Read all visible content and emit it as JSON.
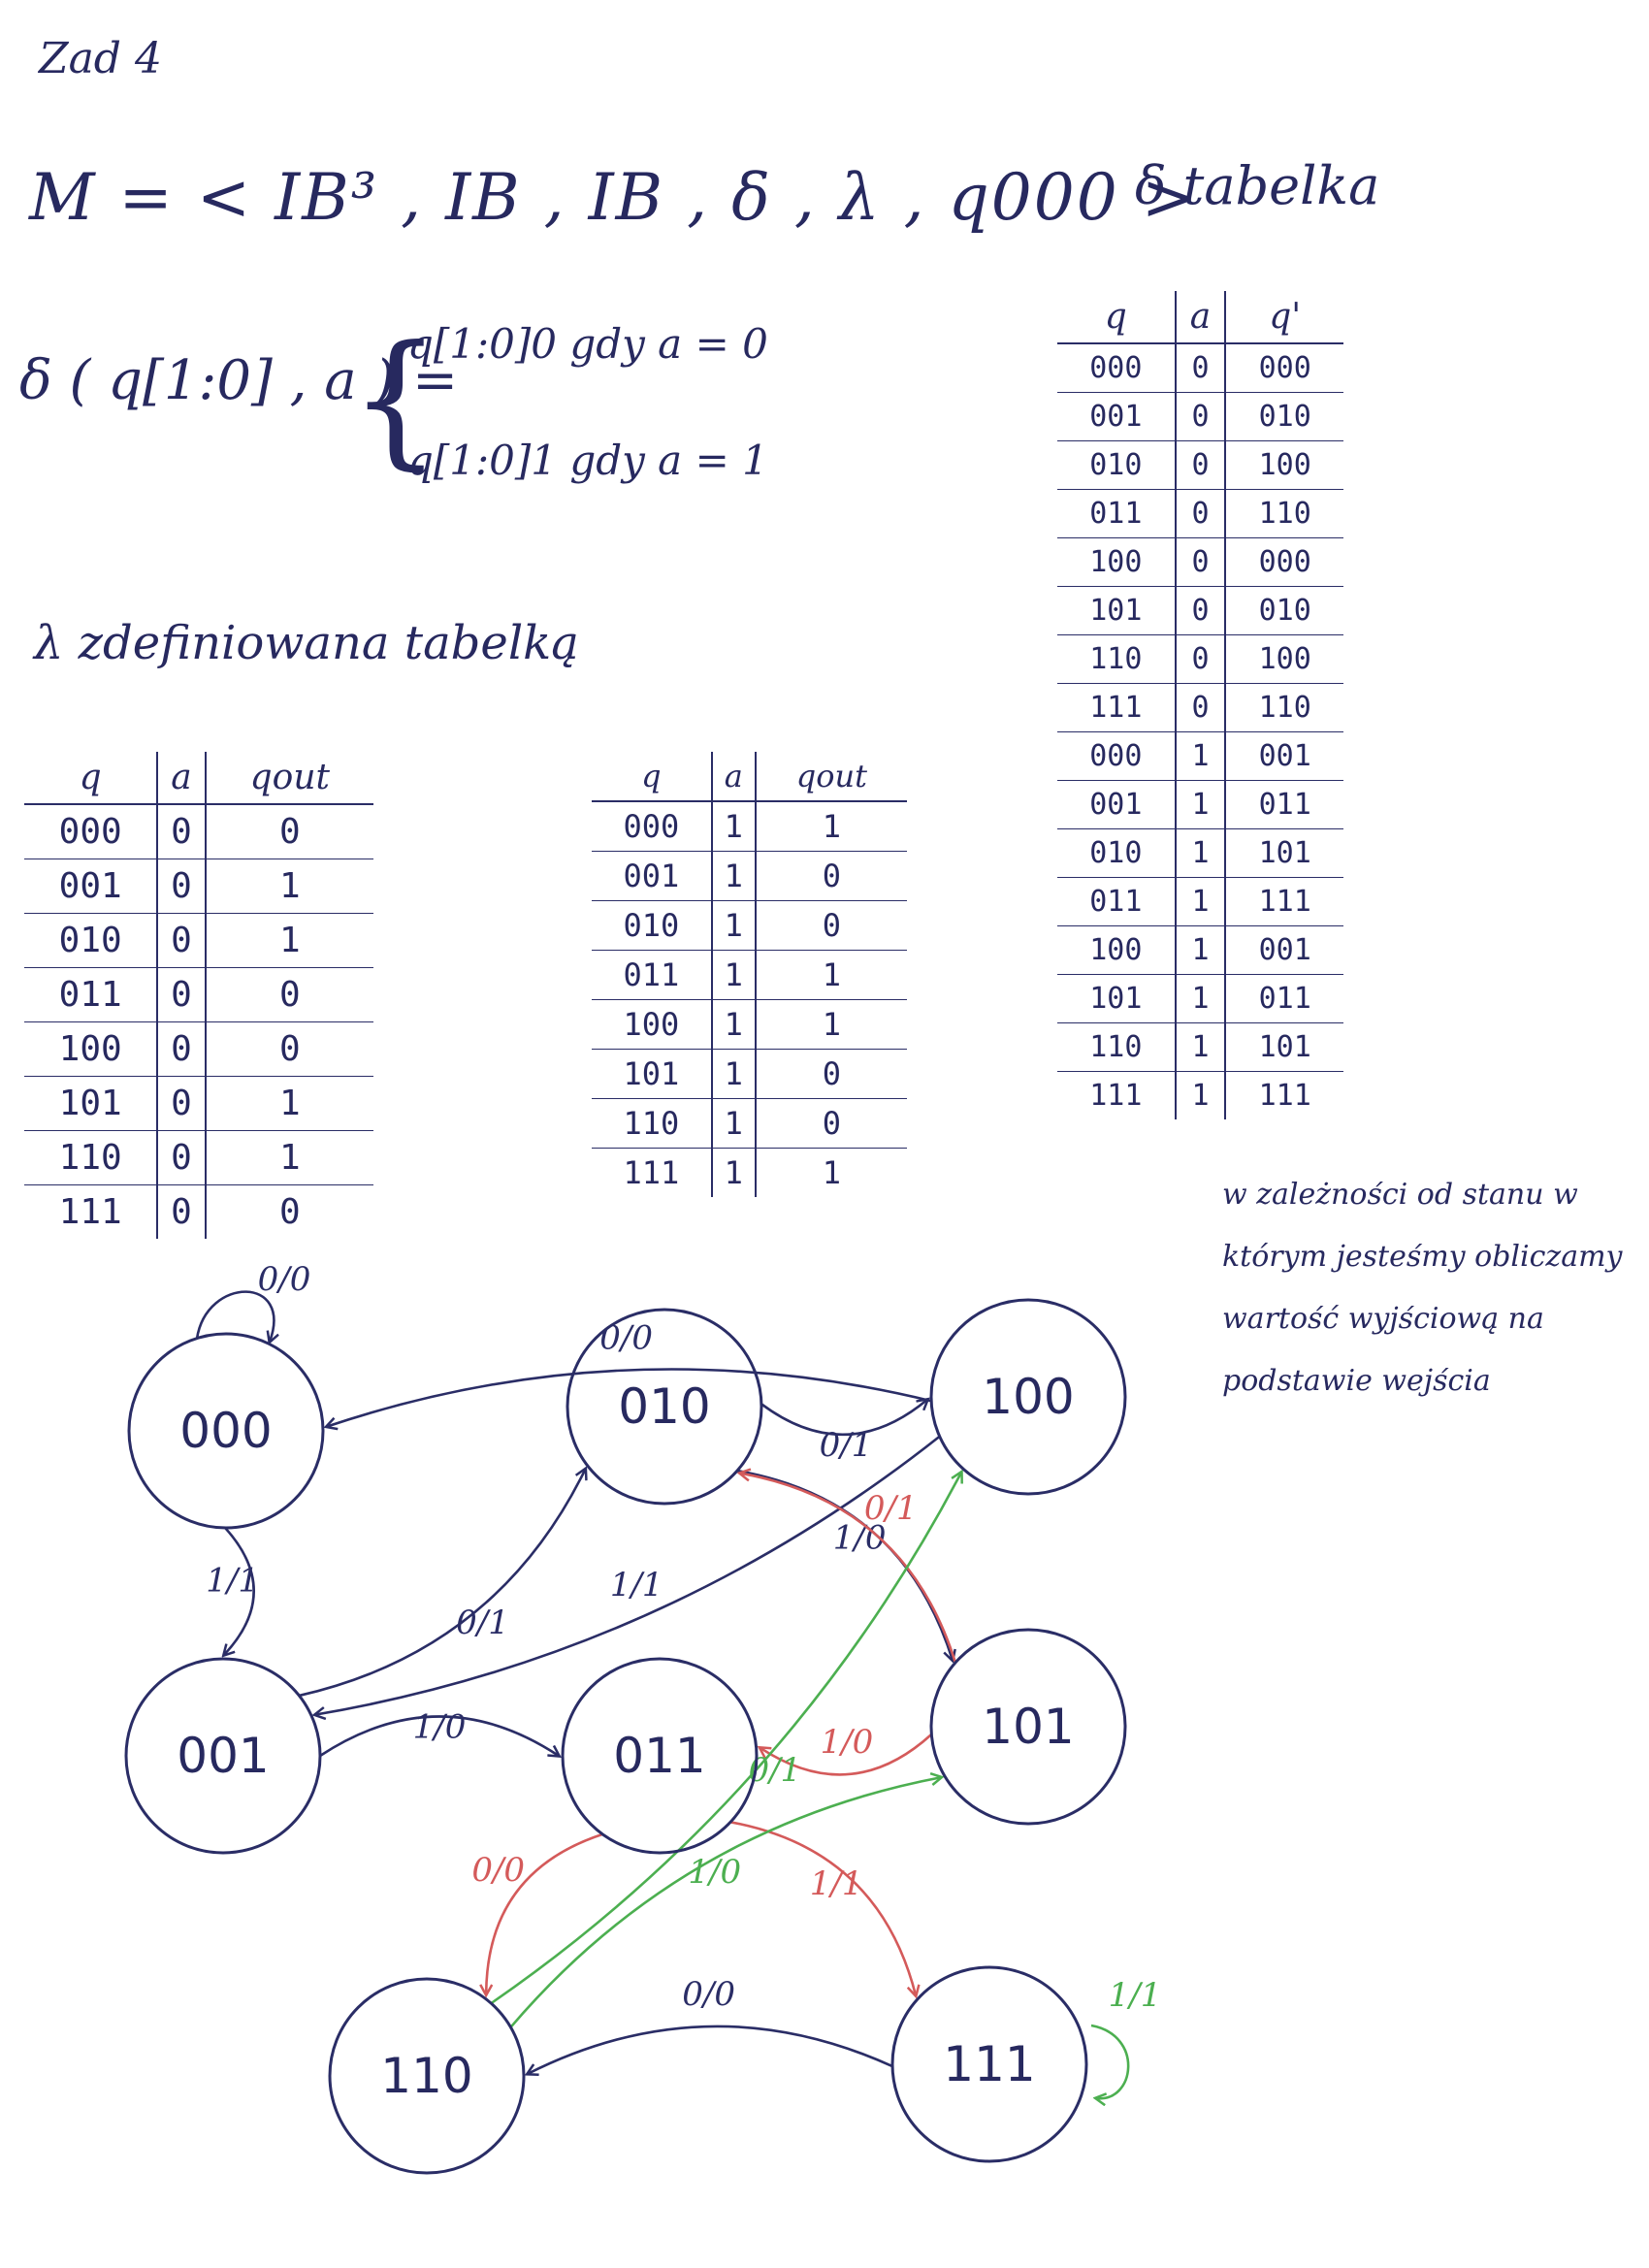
{
  "heading": "Zad 4",
  "machine_def": "M = < IB³ , IB , IB , δ , λ , q000 >",
  "delta_fn": "δ ( q[1:0] , a ) =",
  "delta_case_0": "q[1:0]0   gdy   a = 0",
  "delta_case_1": "q[1:0]1   gdy   a = 1",
  "delta_table_title": "δ tabelka",
  "lambda_title": "λ zdefiniowana tabelką",
  "note": "w zależności od stanu w którym jesteśmy obliczamy wartość wyjściową na podstawie wejścia",
  "lambda_table_a0": {
    "headers": [
      "q",
      "a",
      "qout"
    ],
    "rows": [
      [
        "000",
        "0",
        "0"
      ],
      [
        "001",
        "0",
        "1"
      ],
      [
        "010",
        "0",
        "1"
      ],
      [
        "011",
        "0",
        "0"
      ],
      [
        "100",
        "0",
        "0"
      ],
      [
        "101",
        "0",
        "1"
      ],
      [
        "110",
        "0",
        "1"
      ],
      [
        "111",
        "0",
        "0"
      ]
    ]
  },
  "lambda_table_a1": {
    "headers": [
      "q",
      "a",
      "qout"
    ],
    "rows": [
      [
        "000",
        "1",
        "1"
      ],
      [
        "001",
        "1",
        "0"
      ],
      [
        "010",
        "1",
        "0"
      ],
      [
        "011",
        "1",
        "1"
      ],
      [
        "100",
        "1",
        "1"
      ],
      [
        "101",
        "1",
        "0"
      ],
      [
        "110",
        "1",
        "0"
      ],
      [
        "111",
        "1",
        "1"
      ]
    ]
  },
  "delta_table": {
    "headers": [
      "q",
      "a",
      "q'"
    ],
    "rows": [
      [
        "000",
        "0",
        "000"
      ],
      [
        "001",
        "0",
        "010"
      ],
      [
        "010",
        "0",
        "100"
      ],
      [
        "011",
        "0",
        "110"
      ],
      [
        "100",
        "0",
        "000"
      ],
      [
        "101",
        "0",
        "010"
      ],
      [
        "110",
        "0",
        "100"
      ],
      [
        "111",
        "0",
        "110"
      ],
      [
        "000",
        "1",
        "001"
      ],
      [
        "001",
        "1",
        "011"
      ],
      [
        "010",
        "1",
        "101"
      ],
      [
        "011",
        "1",
        "111"
      ],
      [
        "100",
        "1",
        "001"
      ],
      [
        "101",
        "1",
        "011"
      ],
      [
        "110",
        "1",
        "101"
      ],
      [
        "111",
        "1",
        "111"
      ]
    ]
  },
  "diagram": {
    "ink_colors": {
      "blue": "#2a2d66",
      "red": "#d45a5a",
      "green": "#4caf50"
    },
    "states": [
      "000",
      "010",
      "100",
      "001",
      "011",
      "101",
      "110",
      "111"
    ],
    "transitions": [
      {
        "from": "000",
        "to": "000",
        "label": "0/0",
        "color": "blue"
      },
      {
        "from": "000",
        "to": "001",
        "label": "1/1",
        "color": "blue"
      },
      {
        "from": "001",
        "to": "010",
        "label": "0/1",
        "color": "blue"
      },
      {
        "from": "001",
        "to": "011",
        "label": "1/0",
        "color": "blue"
      },
      {
        "from": "010",
        "to": "100",
        "label": "0/1",
        "color": "blue"
      },
      {
        "from": "010",
        "to": "101",
        "label": "1/0",
        "color": "blue"
      },
      {
        "from": "100",
        "to": "000",
        "label": "0/0",
        "color": "blue"
      },
      {
        "from": "100",
        "to": "001",
        "label": "1/1",
        "color": "blue"
      },
      {
        "from": "101",
        "to": "010",
        "label": "0/1",
        "color": "red"
      },
      {
        "from": "101",
        "to": "011",
        "label": "1/0",
        "color": "red"
      },
      {
        "from": "011",
        "to": "110",
        "label": "0/0",
        "color": "red"
      },
      {
        "from": "011",
        "to": "111",
        "label": "1/1",
        "color": "red"
      },
      {
        "from": "110",
        "to": "100",
        "label": "0/1",
        "color": "green"
      },
      {
        "from": "110",
        "to": "101",
        "label": "1/0",
        "color": "green"
      },
      {
        "from": "111",
        "to": "110",
        "label": "0/0",
        "color": "blue"
      },
      {
        "from": "111",
        "to": "111",
        "label": "1/1",
        "color": "green"
      }
    ]
  }
}
